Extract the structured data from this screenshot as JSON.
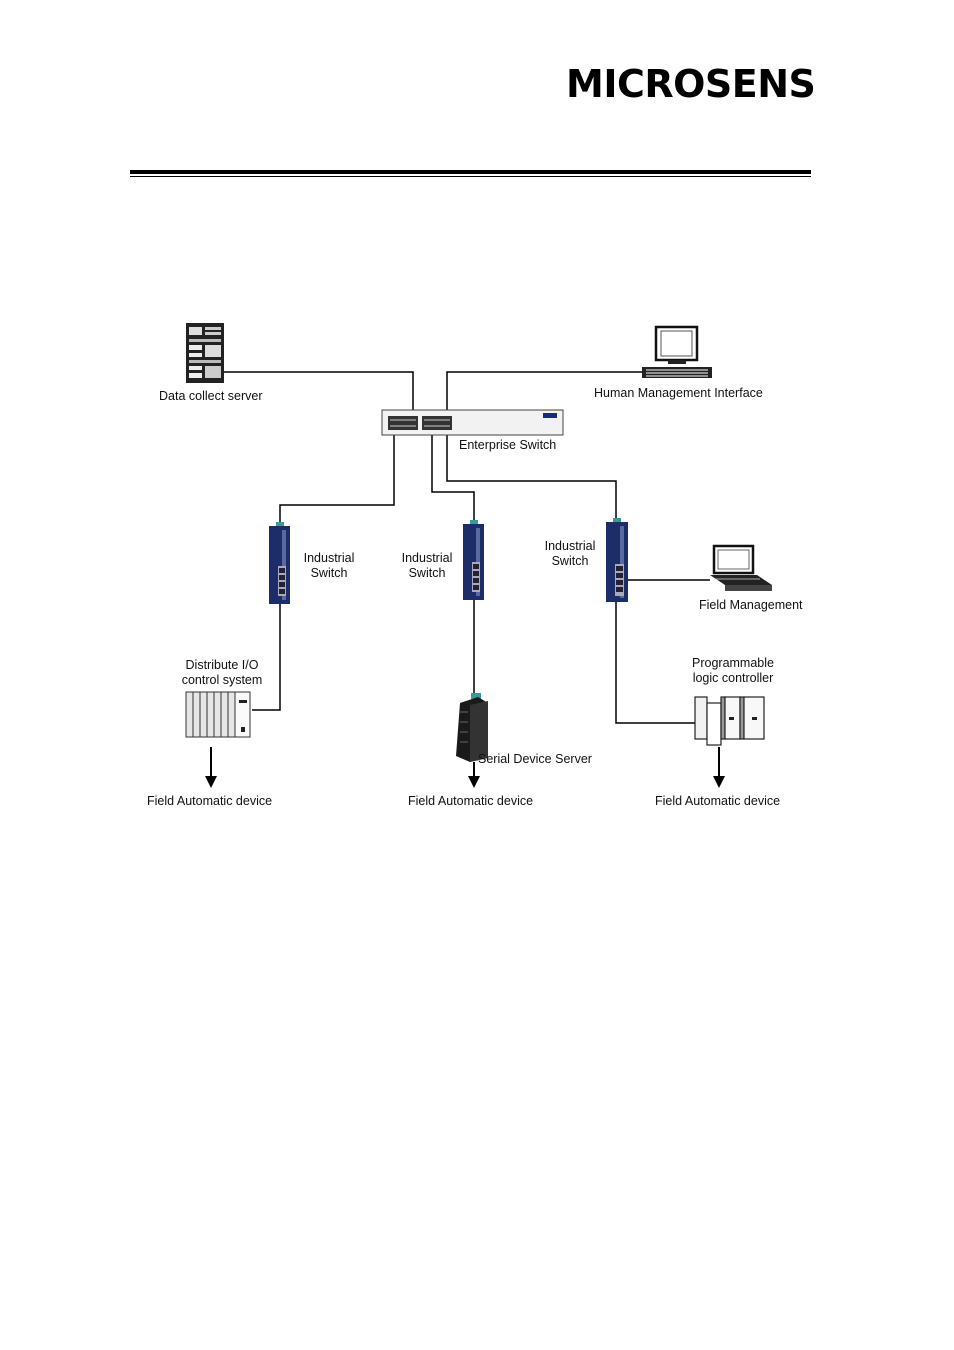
{
  "brand": {
    "logo_text": "MICROSENS"
  },
  "diagram": {
    "labels": {
      "data_collect_server": "Data collect server",
      "human_management": "Human Management Interface",
      "enterprise_switch": "Enterprise Switch",
      "industrial_switch_1_line1": "Industrial",
      "industrial_switch_1_line2": "Switch",
      "industrial_switch_2_line1": "Industrial",
      "industrial_switch_2_line2": "Switch",
      "industrial_switch_3_line1": "Industrial",
      "industrial_switch_3_line2": "Switch",
      "field_management": "Field Management",
      "distribute_io_line1": "Distribute I/O",
      "distribute_io_line2": "control system",
      "plc_line1": "Programmable",
      "plc_line2": "logic controller",
      "serial_device_server": "Serial Device Server",
      "field_device_1": "Field Automatic device",
      "field_device_2": "Field Automatic device",
      "field_device_3": "Field Automatic device"
    },
    "icons": [
      "server-rack-icon",
      "desktop-computer-icon",
      "rack-switch-icon",
      "din-rail-switch-icon",
      "laptop-icon",
      "io-module-icon",
      "plc-icon",
      "serial-server-icon",
      "arrow-down-icon"
    ]
  }
}
